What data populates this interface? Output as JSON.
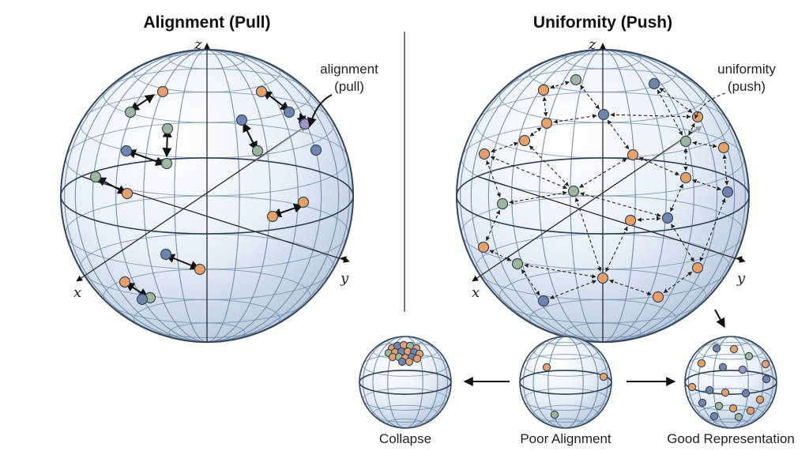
{
  "left_panel": {
    "title": "Alignment (Pull)",
    "annotation_line1": "alignment",
    "annotation_line2": "(pull)",
    "axes": {
      "z": "z",
      "x": "x",
      "y": "y"
    }
  },
  "right_panel": {
    "title": "Uniformity (Push)",
    "annotation_line1": "uniformity",
    "annotation_line2": "(push)",
    "axes": {
      "z": "z",
      "x": "x",
      "y": "y"
    }
  },
  "outcomes": {
    "collapse": "Collapse",
    "poor_alignment": "Poor Alignment",
    "good_representation": "Good Representation"
  },
  "colors": {
    "orange": "#e8a066",
    "blue": "#7184ad",
    "green": "#9fb69a",
    "purple": "#9f94c2",
    "sphere_fill": "#e8eff8",
    "grid": "#6f8aa6",
    "sphere_outline": "#33475c"
  }
}
